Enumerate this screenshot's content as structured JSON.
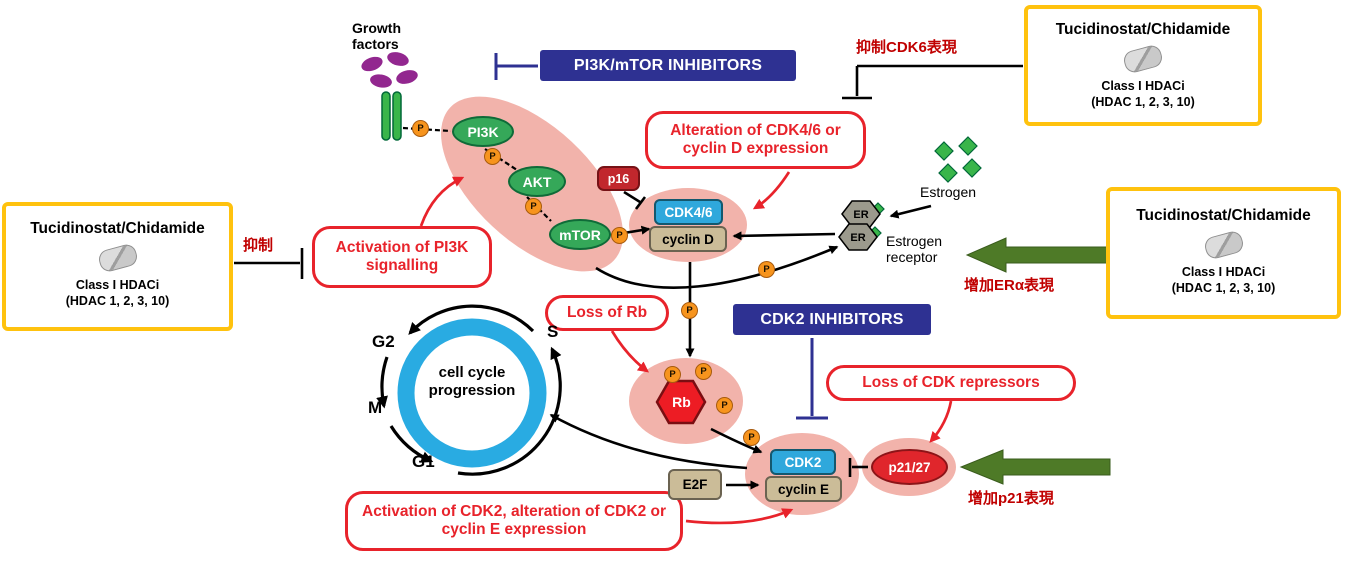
{
  "labels": {
    "growth_factors": "Growth factors",
    "estrogen": "Estrogen",
    "estrogen_receptor": "Estrogen receptor",
    "er": "ER",
    "p": "P"
  },
  "inhibitor_banners": {
    "pi3k_mtor": "PI3K/mTOR INHIBITORS",
    "cdk2": "CDK2 INHIBITORS"
  },
  "callouts": {
    "activation_pi3k": "Activation of PI3K signalling",
    "alteration_cdk46": "Alteration of CDK4/6 or cyclin D expression",
    "loss_rb": "Loss of Rb",
    "loss_cdk_repressors": "Loss of CDK repressors",
    "activation_cdk2": "Activation of CDK2, alteration of CDK2 or cyclin E expression"
  },
  "molecules": {
    "pi3k": "PI3K",
    "akt": "AKT",
    "mtor": "mTOR",
    "p16": "p16",
    "cdk46": "CDK4/6",
    "cyclin_d": "cyclin D",
    "rb": "Rb",
    "e2f": "E2F",
    "cdk2": "CDK2",
    "cyclin_e": "cyclin E",
    "p21_27": "p21/27"
  },
  "cell_cycle": {
    "center": "cell cycle progression",
    "phase_s": "S",
    "phase_g2": "G2",
    "phase_m": "M",
    "phase_g1": "G1"
  },
  "annotations": {
    "inhibit_cdk6": "抑制CDK6表現",
    "inhibit": "抑制",
    "increase_era": "增加ERα表現",
    "increase_p21": "增加p21表現"
  },
  "drug_box": {
    "title": "Tucidinostat/Chidamide",
    "class_line1": "Class I HDACi",
    "class_line2": "(HDAC 1, 2, 3, 10)"
  },
  "colors": {
    "red_accent": "#E8232B",
    "navy": "#2E3192",
    "yellow_border": "#FFC20E",
    "pink_blob": "#F2B3AB",
    "green_node": "#35A859",
    "teal_node": "#2FA8DC",
    "tan_node": "#CBBC98",
    "dark_red_node": "#C1272D",
    "orange_phospho": "#F7941D",
    "blue_ring": "#29ABE2",
    "green_block_arrow": "#4E7A27",
    "annotation_red": "#C00000"
  }
}
